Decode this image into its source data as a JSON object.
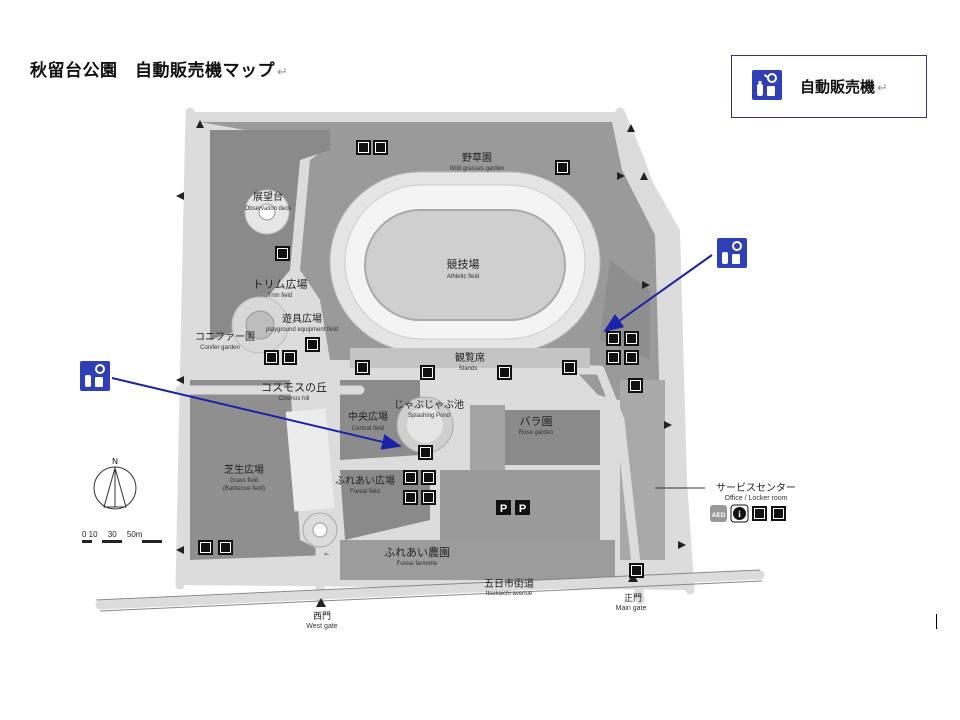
{
  "title": "秋留台公園　自動販売機マップ",
  "return_mark": "↵",
  "legend": {
    "label": "自動販売機",
    "icon": "vending-machine-icon",
    "border_color": "#33377a"
  },
  "colors": {
    "vending_blue": "#2f3fb5",
    "arrow_blue": "#1a23a8",
    "road": "#dcdcdc",
    "area_dark": "#8f8f8f",
    "area_light": "#cfcfcf"
  },
  "areas": {
    "wild_garden": {
      "jp": "野草園",
      "en": "Wild grasses garden"
    },
    "observation": {
      "jp": "展望台",
      "en": "Observation deck"
    },
    "athletic": {
      "jp": "競技場",
      "en": "Athletic field"
    },
    "trim": {
      "jp": "トリム広場",
      "en": "Trim field"
    },
    "playground": {
      "jp": "遊具広場",
      "en": "playground equipment field"
    },
    "conifer": {
      "jp": "コニファー園",
      "en": "Conifer garden"
    },
    "stands": {
      "jp": "観覧席",
      "en": "Stands"
    },
    "cosmos": {
      "jp": "コスモスの丘",
      "en": "Cosmos hill"
    },
    "splashing": {
      "jp": "じゃぶじゃぶ池",
      "en": "Splashing Pond"
    },
    "central": {
      "jp": "中央広場",
      "en": "Central field"
    },
    "rose": {
      "jp": "バラ園",
      "en": "Rose garden"
    },
    "grass": {
      "jp": "芝生広場",
      "en": "Grass field",
      "en2": "(Barbecue field)"
    },
    "fureai_field": {
      "jp": "ふれあい広場",
      "en": "Fureai field"
    },
    "service": {
      "jp": "サービスセンター",
      "en": "Office / Locker room"
    },
    "farmette": {
      "jp": "ふれあい農園",
      "en": "Fureai farmette"
    },
    "avenue": {
      "jp": "五日市街道",
      "en": "Itsukaichi avenue"
    },
    "west_gate": {
      "jp": "西門",
      "en": "West gate"
    },
    "main_gate": {
      "jp": "正門",
      "en": "Main gate"
    }
  },
  "compass": {
    "north": "N"
  },
  "scale": {
    "labels": "0 10 　30　 50m"
  },
  "icon_labels": {
    "parking": "P",
    "info": "i",
    "aed": "AED"
  }
}
